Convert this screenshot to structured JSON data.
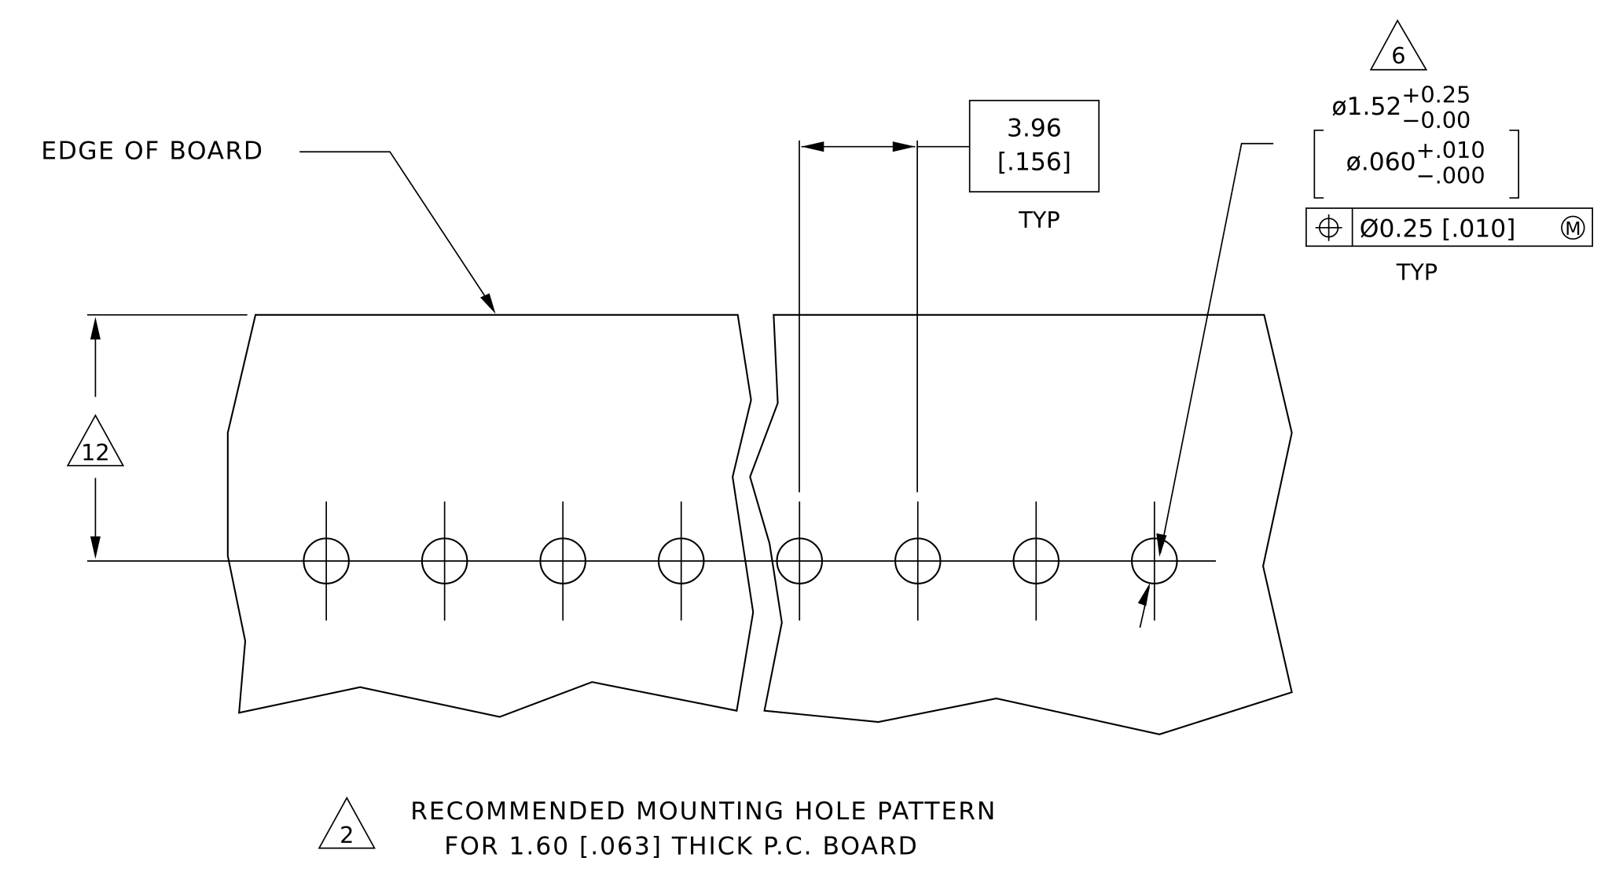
{
  "edge_label": "EDGE OF BOARD",
  "pitch": {
    "metric": "3.96",
    "imperial": "[.156]",
    "note": "TYP"
  },
  "height_ref": "12",
  "hole": {
    "flag": "6",
    "dia_metric": "ø1.52",
    "tol_metric_plus": "+0.25",
    "tol_metric_minus": "−0.00",
    "dia_imperial": "ø.060",
    "tol_imperial_plus": "+.010",
    "tol_imperial_minus": "−.000",
    "fcf_tolerance": "Ø0.25 [.010]",
    "fcf_modifier": "M",
    "note": "TYP"
  },
  "footnote": {
    "flag": "2",
    "line1": "RECOMMENDED MOUNTING HOLE PATTERN",
    "line2": "FOR 1.60 [.063] THICK P.C. BOARD"
  },
  "hole_count": 8
}
